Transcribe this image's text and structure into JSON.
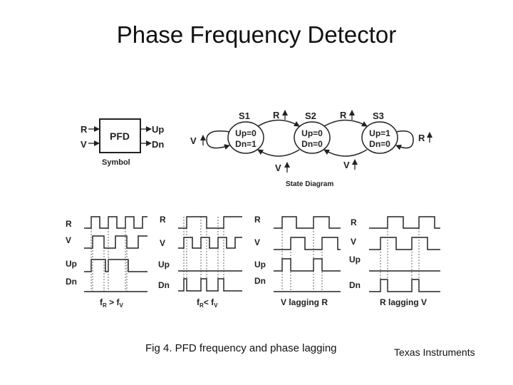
{
  "title": "Phase Frequency Detector",
  "symbol": {
    "box_label": "PFD",
    "inputs": [
      "R",
      "V"
    ],
    "outputs": [
      "Up",
      "Dn"
    ],
    "caption": "Symbol"
  },
  "state_diagram": {
    "caption": "State Diagram",
    "states": [
      {
        "name": "S1",
        "line1": "Up=0",
        "line2": "Dn=1"
      },
      {
        "name": "S2",
        "line1": "Up=0",
        "line2": "Dn=0"
      },
      {
        "name": "S3",
        "line1": "Up=1",
        "line2": "Dn=0"
      }
    ],
    "transitions": {
      "r_top_1": "R",
      "r_top_2": "R",
      "r_self": "R",
      "v_self": "V",
      "v_bottom_1": "V",
      "v_bottom_2": "V"
    }
  },
  "timing": {
    "signal_labels": [
      "R",
      "V",
      "Up",
      "Dn"
    ],
    "panel_captions": [
      {
        "main": "f",
        "sub1": "R",
        "op": " > f",
        "sub2": "V"
      },
      {
        "main": "f",
        "sub1": "R",
        "op": "< f",
        "sub2": "V"
      },
      {
        "main": "V lagging  R",
        "sub1": "",
        "op": "",
        "sub2": ""
      },
      {
        "main": "R lagging  V",
        "sub1": "",
        "op": "",
        "sub2": ""
      }
    ]
  },
  "caption": "Fig 4.  PFD frequency and phase lagging",
  "source": "Texas Instruments"
}
